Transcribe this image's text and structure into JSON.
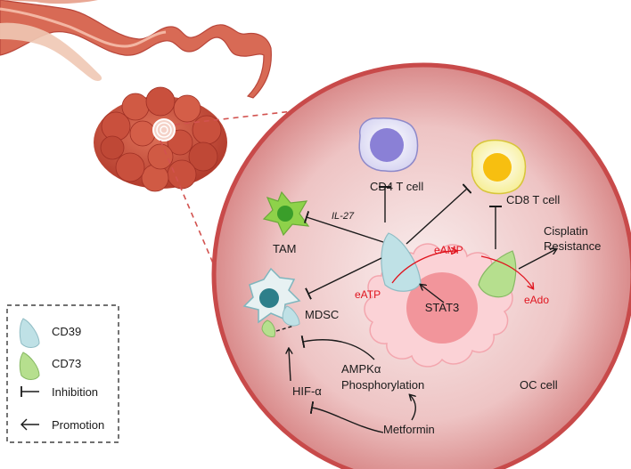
{
  "labels": {
    "cd4": "CD4 T cell",
    "cd8": "CD8 T cell",
    "tam": "TAM",
    "il27": "IL-27",
    "mdsc": "MDSC",
    "cisplatin_line1": "Cisplatin",
    "cisplatin_line2": "Resistance",
    "eatp": "eATP",
    "eamp": "eAMP",
    "eado": "eAdo",
    "stat3": "STAT3",
    "ampk_line1": "AMPKα",
    "ampk_line2": "Phosphorylation",
    "hif": "HIF-α",
    "metformin": "Metformin",
    "oc_cell": "OC cell"
  },
  "legend": {
    "cd39": "CD39",
    "cd73": "CD73",
    "inhibition": "Inhibition",
    "promotion": "Promotion"
  },
  "colors": {
    "circle_rim": "#c84a4a",
    "circle_fill": "#e9b4b4",
    "oc_cell": "#fbd2d6",
    "stat3": "#f2959b",
    "cd39": "#bfe1e6",
    "cd73": "#b6df8e",
    "red_text": "#e0141e"
  }
}
